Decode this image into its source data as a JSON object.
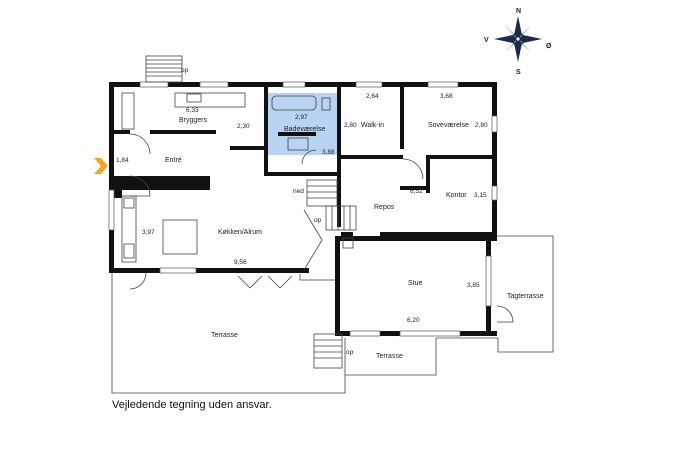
{
  "compass": {
    "n": "N",
    "s": "S",
    "v": "V",
    "o": "Ø"
  },
  "rooms": {
    "bryggers": "Bryggers",
    "badevaerelse": "Badeværelse",
    "walkin": "Walk-in",
    "sovevaerelse": "Soveværelse",
    "entre": "Entré",
    "kontor": "Kontor",
    "repos": "Repos",
    "kokken": "Køkken/Alrum",
    "stue": "Stue",
    "tagterrasse": "Tagterrasse",
    "terrasse1": "Terrasse",
    "terrasse2": "Terrasse"
  },
  "dims": {
    "d633": "6,33",
    "d230": "2,30",
    "d297": "2,97",
    "d388": "3,88",
    "d280a": "2,80",
    "d264": "2,64",
    "d368": "3,68",
    "d280b": "2,80",
    "d184": "1,84",
    "d652": "6,52",
    "d315": "3,15",
    "d397": "3,97",
    "d956": "9,56",
    "d385": "3,85",
    "d620": "6,20"
  },
  "stairs": {
    "op1": "op",
    "op2": "op",
    "op3": "op",
    "ned": "ned"
  },
  "disclaimer": "Vejledende tegning uden ansvar."
}
